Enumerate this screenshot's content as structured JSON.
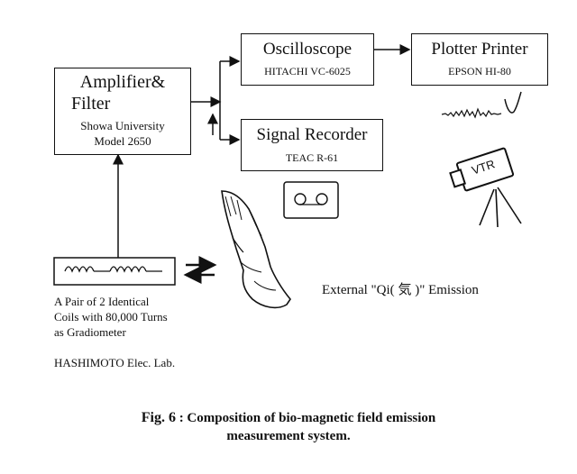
{
  "amplifier": {
    "title_line1": "Amplifier&",
    "title_line2": "Filter",
    "maker": "Showa University",
    "model": "Model 2650"
  },
  "oscilloscope": {
    "title": "Oscilloscope",
    "model": "HITACHI VC-6025"
  },
  "plotter": {
    "title": "Plotter Printer",
    "model": "EPSON HI-80"
  },
  "recorder": {
    "title": "Signal Recorder",
    "model": "TEAC R-61"
  },
  "vtr": {
    "label": "VTR"
  },
  "coils": {
    "line1": "A  Pair of 2 Identical",
    "line2": "Coils with 80,000 Turns",
    "line3": "as Gradiometer"
  },
  "lab": "HASHIMOTO  Elec. Lab.",
  "emission": {
    "prefix": "External  \"Qi(",
    "kanji": "気",
    "suffix": ")\"  Emission"
  },
  "caption": {
    "fig": "Fig. 6",
    "line1_rest": ": Composition of bio-magnetic field emission",
    "line2": "measurement system."
  }
}
